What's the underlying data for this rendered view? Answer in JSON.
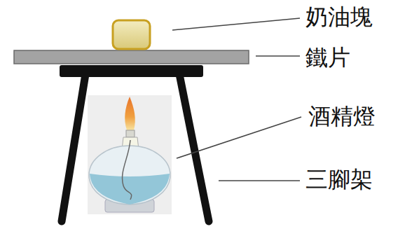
{
  "diagram": {
    "labels": [
      "奶油塊",
      "鐵片",
      "酒精燈",
      "三腳架"
    ]
  }
}
